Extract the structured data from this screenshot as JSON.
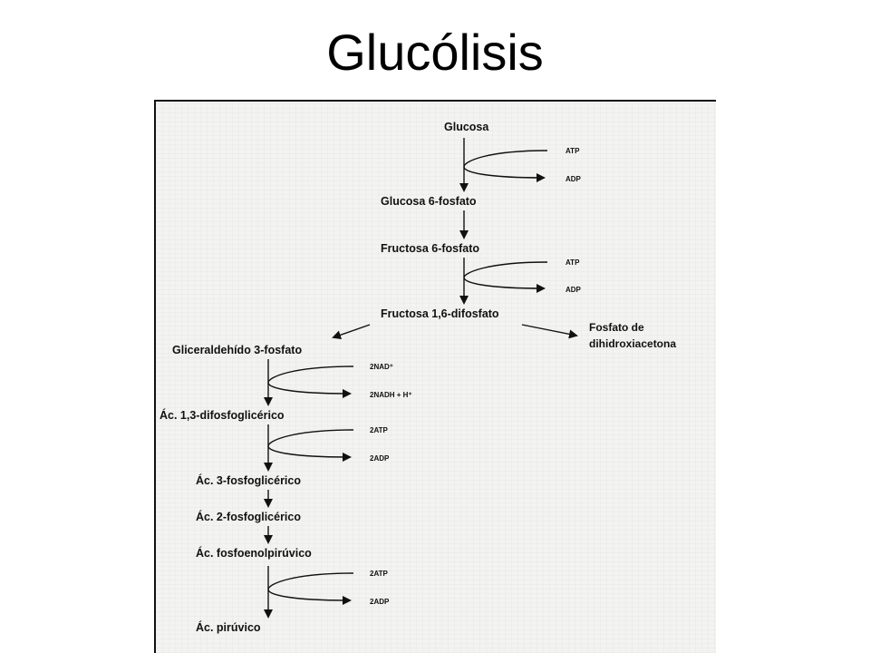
{
  "slide": {
    "title": "Glucólisis"
  },
  "pathway": {
    "metabolites": [
      "Glucosa",
      "Glucosa 6-fosfato",
      "Fructosa 6-fosfato",
      "Fructosa 1,6-difosfato",
      "Gliceraldehído 3-fosfato",
      "Ác. 1,3-difosfoglicérico",
      "Ác. 3-fosfoglicérico",
      "Ác. 2-fosfoglicérico",
      "Ác. fosfoenolpirúvico",
      "Ác. pirúvico"
    ],
    "side_product_line1": "Fosfato de",
    "side_product_line2": "dihidroxiacetona",
    "cofactors": {
      "step1_in": "ATP",
      "step1_out": "ADP",
      "step3_in": "ATP",
      "step3_out": "ADP",
      "step5_in": "2NAD⁺",
      "step5_out": "2NADH + H⁺",
      "step6_in": "2ATP",
      "step6_out": "2ADP",
      "step9_in": "2ATP",
      "step9_out": "2ADP"
    }
  }
}
